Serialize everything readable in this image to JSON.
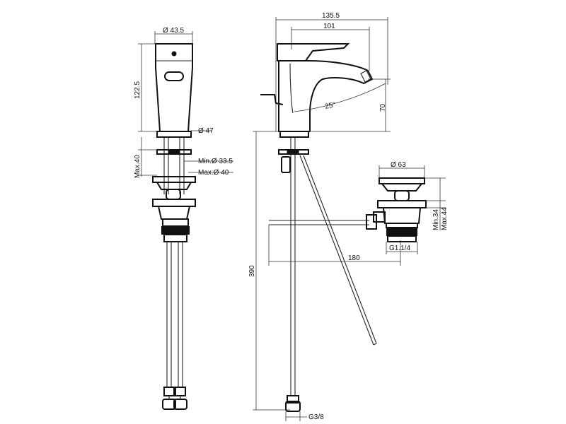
{
  "dimensions": {
    "front_spout_diameter": "Ø 43.5",
    "front_body_height": "122.5",
    "front_base_diameter": "Ø 47",
    "front_max_thickness": "Max.40",
    "front_min_hole": "Min.Ø 33.5",
    "front_max_hole": "Max.Ø 40",
    "side_overall_depth": "135.5",
    "side_spout_reach": "101",
    "side_spout_angle": "25°",
    "side_spout_height": "70",
    "side_total_length": "390",
    "side_connection": "G3/8",
    "waste_diameter": "Ø 63",
    "waste_min": "Min.34",
    "waste_max": "Max.44",
    "waste_thread": "G1.1/4",
    "rod_length": "180"
  }
}
